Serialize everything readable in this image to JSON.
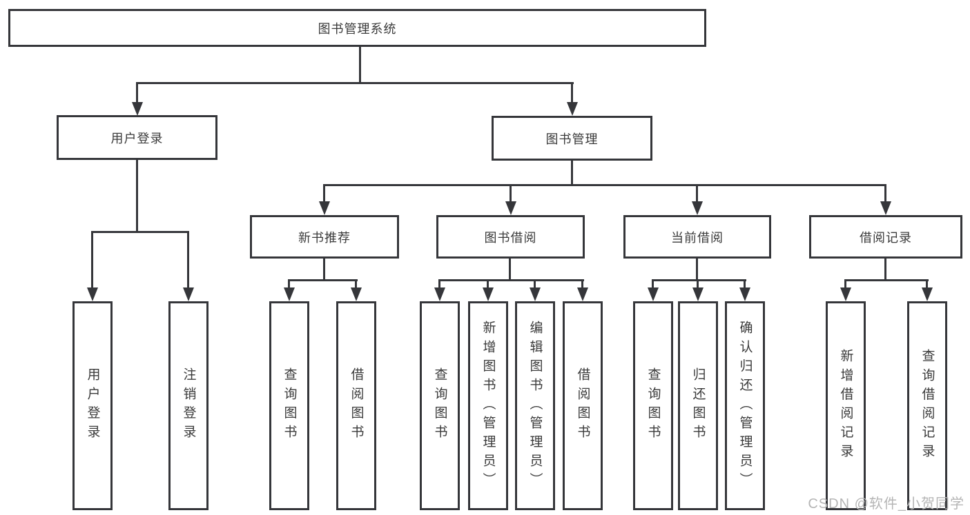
{
  "diagram_title": "图书管理系统",
  "tree": {
    "label": "图书管理系统",
    "children": [
      {
        "label": "用户登录",
        "children": [
          {
            "label": "用户登录"
          },
          {
            "label": "注销登录"
          }
        ]
      },
      {
        "label": "图书管理",
        "children": [
          {
            "label": "新书推荐",
            "children": [
              {
                "label": "查询图书"
              },
              {
                "label": "借阅图书"
              }
            ]
          },
          {
            "label": "图书借阅",
            "children": [
              {
                "label": "查询图书"
              },
              {
                "label": "新增图书（管理员）"
              },
              {
                "label": "编辑图书（管理员）"
              },
              {
                "label": "借阅图书"
              }
            ]
          },
          {
            "label": "当前借阅",
            "children": [
              {
                "label": "查询图书"
              },
              {
                "label": "归还图书"
              },
              {
                "label": "确认归还（管理员）"
              }
            ]
          },
          {
            "label": "借阅记录",
            "children": [
              {
                "label": "新增借阅记录"
              },
              {
                "label": "查询借阅记录"
              }
            ]
          }
        ]
      }
    ]
  },
  "watermark": {
    "text": "CSDN @软件_小贺同学"
  },
  "colors": {
    "line": "#35363a",
    "box_border": "#35363a",
    "text": "#3a3a3a",
    "background": "#ffffff",
    "watermark": "#b5b5b5"
  }
}
